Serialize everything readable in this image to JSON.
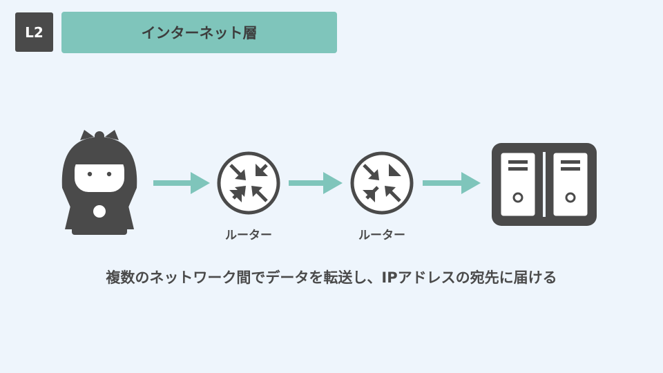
{
  "header": {
    "layer_badge": "L2",
    "layer_title": "インターネット層"
  },
  "diagram": {
    "nodes": [
      {
        "type": "person",
        "icon": "user-with-laptop-icon"
      },
      {
        "type": "router",
        "icon": "router-icon",
        "label": "ルーター"
      },
      {
        "type": "router",
        "icon": "router-icon",
        "label": "ルーター"
      },
      {
        "type": "servers",
        "icon": "server-icon"
      }
    ],
    "arrow_color": "#7fc5bb",
    "icon_color": "#4a4a4a"
  },
  "description": "複数のネットワーク間でデータを転送し、IPアドレスの宛先に届ける"
}
